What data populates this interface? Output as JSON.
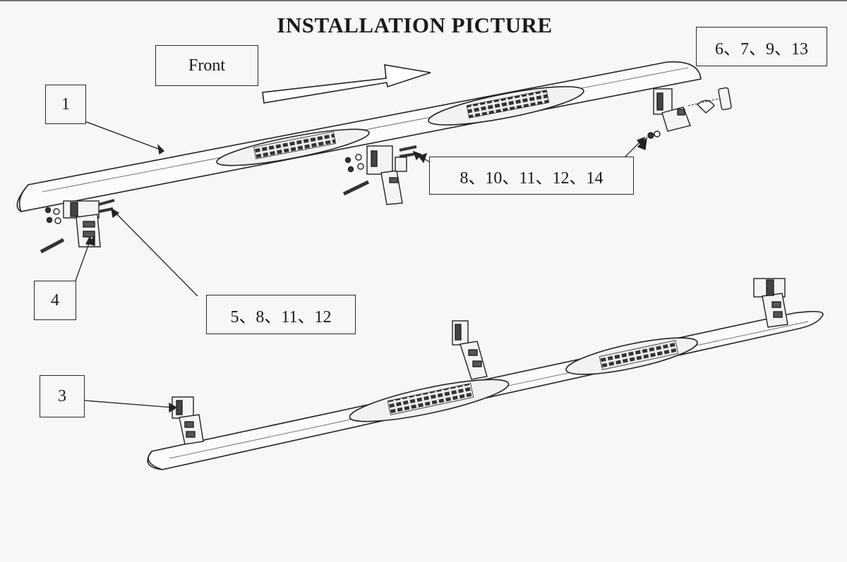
{
  "title": "INSTALLATION PICTURE",
  "direction_label": "Front",
  "callouts": {
    "c1": "1",
    "c3": "3",
    "c4": "4",
    "c5": "5、8、11、12",
    "c6": "6、7、9、13",
    "c8": "8、10、11、12、14"
  }
}
